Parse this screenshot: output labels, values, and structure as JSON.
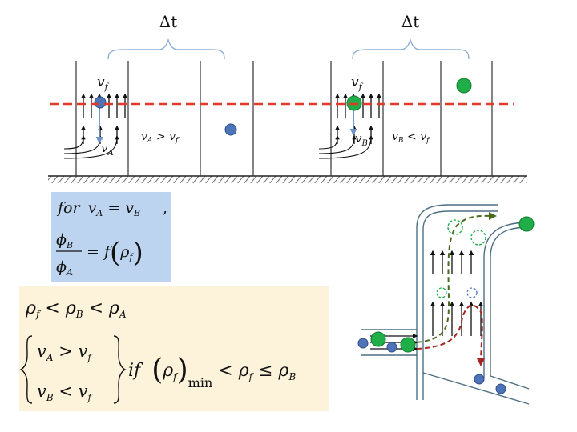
{
  "colors": {
    "blue_particle": "#4f73b8",
    "green_particle": "#1fae47",
    "red_line": "#e23a2a",
    "olive_path": "#4a6b1e",
    "darkred_path": "#a4261f",
    "blue_box": "#bcd4ef",
    "cream_box": "#fdf2da",
    "wall": "#4d6f86"
  },
  "panel_a": {
    "brace_label": "Δt",
    "vf_label": "v_f",
    "va_label": "v_A",
    "relation": "v_A > v_f"
  },
  "panel_b": {
    "brace_label": "Δt",
    "vf_label": "v_f",
    "vb_label": "v_B",
    "relation": "v_B < v_f"
  },
  "blue_box": {
    "line1_for": "for",
    "line1_eq": "v_A = v_B",
    "line1_comma": ",",
    "line2_lhs_num": "ϕ_B",
    "line2_lhs_den": "ϕ_A",
    "line2_rhs": "= f(ρ_f)"
  },
  "cream_box": {
    "line1": "ρ_f < ρ_B < ρ_A",
    "case1": "v_A > v_f",
    "case2": "v_B < v_f",
    "if_word": "if",
    "cond_rho": "(ρ_f)",
    "cond_min": "min",
    "cond_rest": "< ρ_f ≤ ρ_B"
  }
}
